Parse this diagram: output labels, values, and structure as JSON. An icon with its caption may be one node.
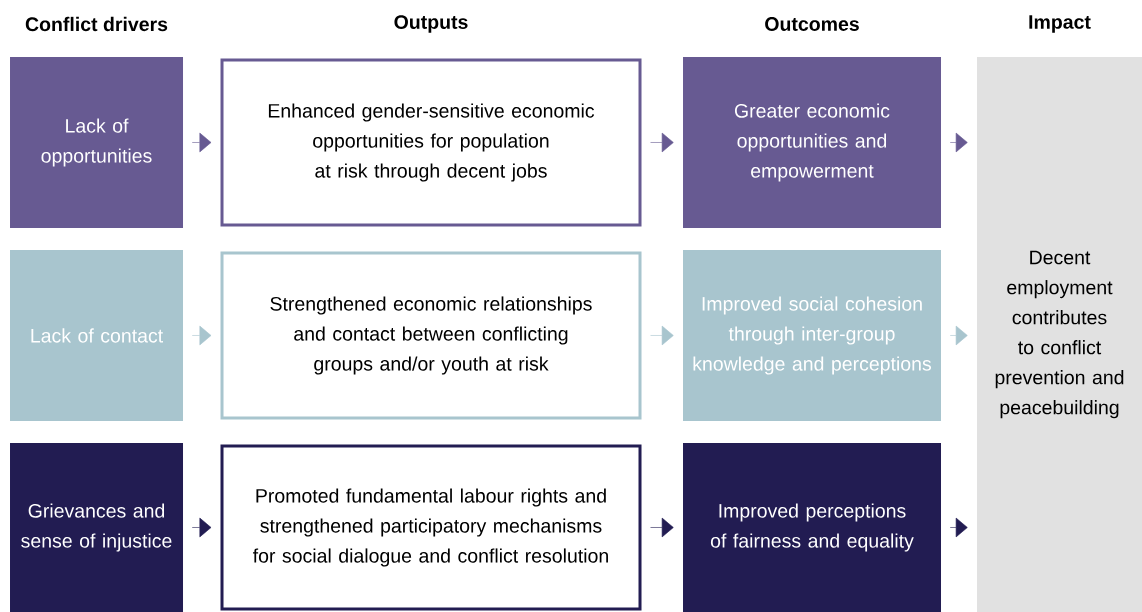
{
  "diagram": {
    "nodes": [
      {
        "text": [
          "Lack of opportunities"
        ]
      },
      {
        "text": [
          "Enhanced gender-sensitive economic opportunities for population at risk through decent jobs"
        ]
      },
      {
        "text": [
          "Greater economic opportunities and empowerment"
        ]
      },
      {
        "text": [
          "Lack of contact"
        ]
      },
      {
        "text": [
          "Strengthened economic relationships and contact between conflicting groups and/or youth at risk"
        ]
      },
      {
        "text": [
          "Improved social cohesion through inter-group knowledge and perceptions"
        ]
      },
      {
        "text": [
          "Grievances and sense of injustice"
        ]
      },
      {
        "text": [
          "Promoted fundamental labour rights and strengthened participatory mechanisms for social dialogue and conflict resolution"
        ]
      },
      {
        "text": [
          "Improved perceptions of fairness and equality"
        ]
      },
      {
        "text": [
          "Decent employment contributes to conflict prevention and peacebuilding"
        ]
      }
    ],
    "edges": [
      {
        "from": 0,
        "to": 1,
        "arrow": "to",
        "color": "#675a92"
      },
      {
        "from": 1,
        "to": 2,
        "arrow": "to",
        "color": "#675a92"
      },
      {
        "from": 2,
        "to": 9,
        "arrow": "to",
        "color": "#675a92"
      },
      {
        "from": 3,
        "to": 4,
        "arrow": "to",
        "color": "#a8c5ce"
      },
      {
        "from": 4,
        "to": 5,
        "arrow": "to",
        "color": "#a8c5ce"
      },
      {
        "from": 5,
        "to": 9,
        "arrow": "to",
        "color": "#a8c5ce"
      },
      {
        "from": 6,
        "to": 7,
        "arrow": "to",
        "color": "#221c52"
      },
      {
        "from": 7,
        "to": 8,
        "arrow": "to",
        "color": "#221c52"
      },
      {
        "from": 8,
        "to": 9,
        "arrow": "to",
        "color": "#221c52"
      }
    ],
    "labels": [
      "Conflict drivers",
      "Outputs",
      "Outcomes",
      "Impact"
    ]
  }
}
